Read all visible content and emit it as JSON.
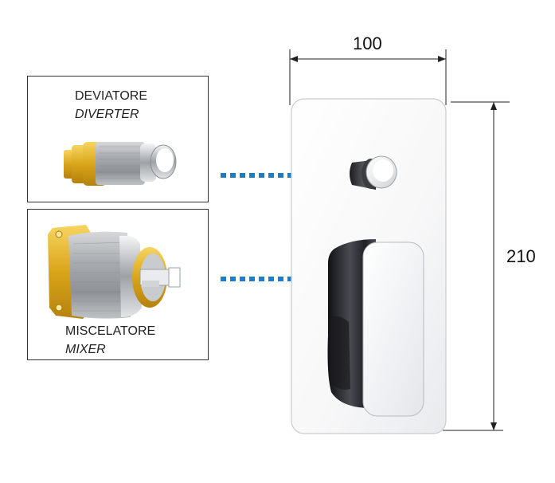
{
  "diverter": {
    "label": "DEVIATORE",
    "label_en": "DIVERTER"
  },
  "mixer": {
    "label": "MISCELATORE",
    "label_en": "MIXER"
  },
  "dimensions": {
    "width": "100",
    "height": "210"
  },
  "colors": {
    "arrow": "#1a7fc9",
    "gold": "#e0b020",
    "chrome": "#b8bcc0",
    "dark": "#2a2a2e"
  },
  "icons": {
    "arrow": "dotted-right-arrow-icon"
  }
}
